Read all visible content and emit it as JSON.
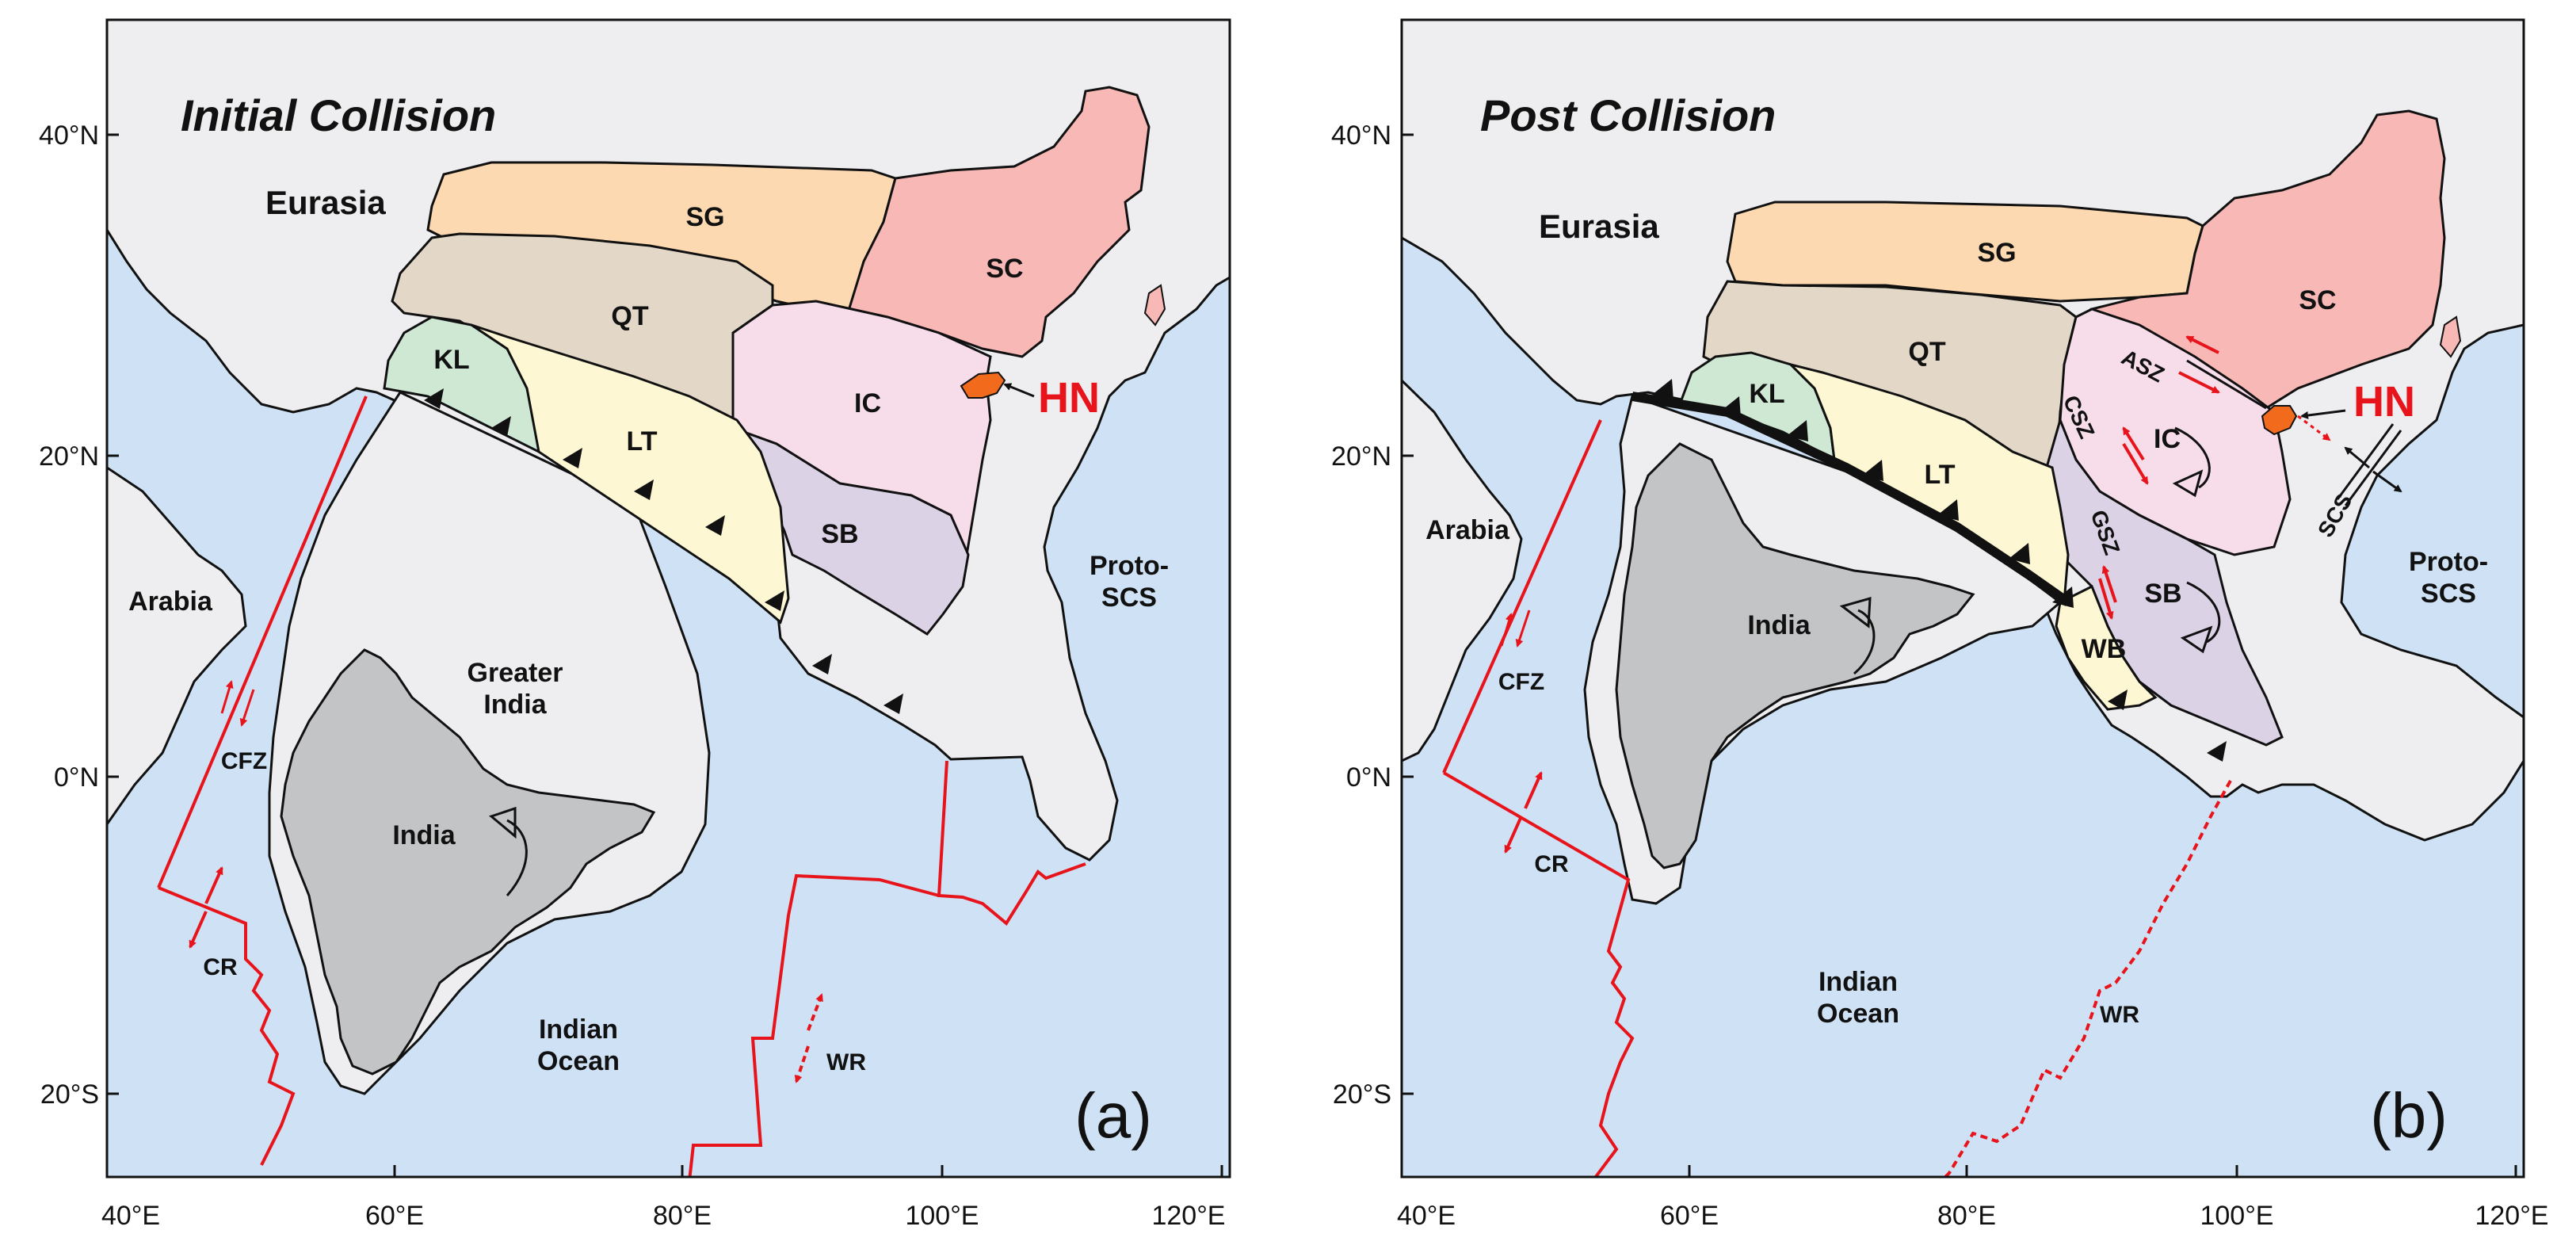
{
  "colors": {
    "ocean": "#cfe2f5",
    "land": "#eeeef0",
    "SG": "#fcd9b0",
    "QT": "#e3d7c7",
    "SC": "#f8b9b6",
    "IC": "#f7dcea",
    "KL": "#cfe8d4",
    "LT": "#fdf7d4",
    "SB": "#dcd2e6",
    "India": "#c3c4c6",
    "HN": "#f26b1d",
    "ridge": "#e8141b"
  },
  "axes": {
    "x_ticks": [
      "40°E",
      "60°E",
      "80°E",
      "100°E",
      "120°E"
    ],
    "y_ticks": [
      "40°N",
      "20°N",
      "0°N",
      "20°S"
    ]
  },
  "panel_a": {
    "title": "Initial Collision",
    "label": "(a)",
    "eurasia": "Eurasia",
    "arabia": "Arabia",
    "greater_india": [
      "Greater",
      "India"
    ],
    "india": "India",
    "indian_ocean": [
      "Indian",
      "Ocean"
    ],
    "proto_scs": [
      "Proto-",
      "SCS"
    ],
    "blocks": {
      "SG": "SG",
      "QT": "QT",
      "SC": "SC",
      "IC": "IC",
      "KL": "KL",
      "LT": "LT",
      "SB": "SB"
    },
    "hn": "HN",
    "cfz": "CFZ",
    "cr": "CR",
    "wr": "WR"
  },
  "panel_b": {
    "title": "Post Collision",
    "label": "(b)",
    "eurasia": "Eurasia",
    "arabia": "Arabia",
    "india": "India",
    "indian_ocean": [
      "Indian",
      "Ocean"
    ],
    "proto_scs": [
      "Proto-",
      "SCS"
    ],
    "blocks": {
      "SG": "SG",
      "QT": "QT",
      "SC": "SC",
      "IC": "IC",
      "KL": "KL",
      "LT": "LT",
      "SB": "SB",
      "WB": "WB"
    },
    "hn": "HN",
    "cfz": "CFZ",
    "cr": "CR",
    "wr": "WR",
    "asz": "ASZ",
    "csz": "CSZ",
    "gsz": "GSZ",
    "scs": "SCS"
  }
}
